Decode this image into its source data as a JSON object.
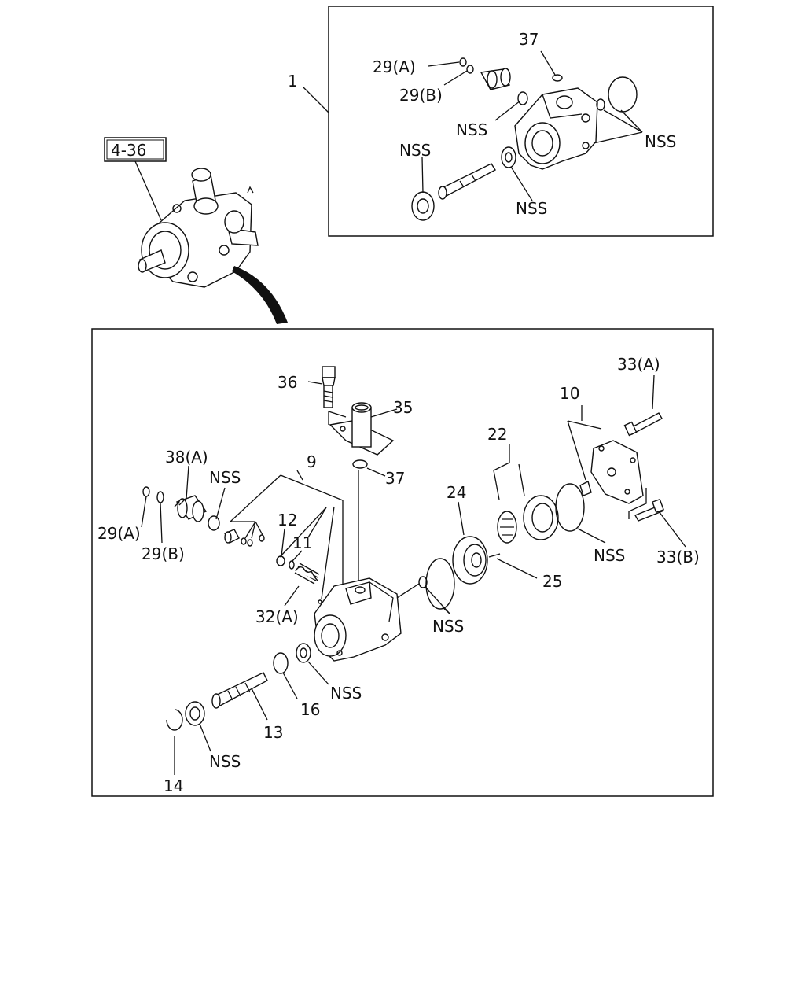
{
  "ref_box": {
    "label": "4-36"
  },
  "top_callouts": {
    "c1": "1",
    "c37": "37",
    "c29a": "29(A)",
    "c29b": "29(B)",
    "nss_a": "NSS",
    "nss_b": "NSS",
    "nss_c": "NSS",
    "nss_d": "NSS"
  },
  "main_callouts": {
    "c36": "36",
    "c35": "35",
    "c37": "37",
    "c38a": "38(A)",
    "c9": "9",
    "c29a": "29(A)",
    "c29b": "29(B)",
    "nss_valve": "NSS",
    "c12": "12",
    "c11": "11",
    "c32a": "32(A)",
    "c22": "22",
    "c24": "24",
    "c25": "25",
    "c10": "10",
    "c33a": "33(A)",
    "c33b": "33(B)",
    "nss_ring": "NSS",
    "nss_oring": "NSS",
    "nss_seal": "NSS",
    "c16": "16",
    "c13": "13",
    "nss_bearing": "NSS",
    "c14": "14"
  }
}
